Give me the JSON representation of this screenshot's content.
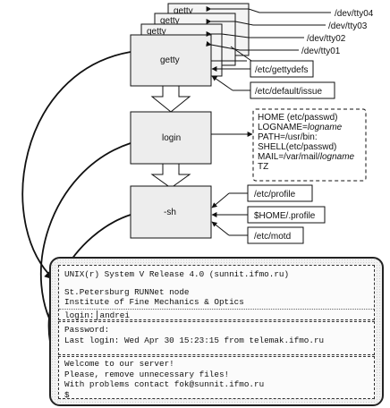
{
  "processes": {
    "getty_stack": [
      "getty",
      "getty",
      "getty"
    ],
    "getty": "getty",
    "login": "login",
    "sh": "-sh"
  },
  "ttys": [
    "/dev/tty04",
    "/dev/tty03",
    "/dev/tty02",
    "/dev/tty01"
  ],
  "files": {
    "getty": [
      "/etc/gettydefs",
      "/etc/default/issue"
    ],
    "sh": [
      "/etc/profile",
      "$HOME/.profile",
      "/etc/motd"
    ]
  },
  "env": {
    "home": "HOME (etc/passwd)",
    "logname_prefix": "LOGNAME=",
    "logname_var": "logname",
    "path": "PATH=/usr/bin:",
    "shell": "SHELL(etc/passwd)",
    "mail_prefix": "MAIL=/var/mail/",
    "mail_var": "logname",
    "tz": "TZ"
  },
  "terminal": {
    "banner": "UNIX(r) System V Release 4.0 (sunnit.ifmo.ru)",
    "node": "St.Petersburg RUNNet node",
    "institute": "Institute of Fine Mechanics & Optics",
    "login_prompt": "login:",
    "login_value": "andrei",
    "password_prompt": "Password:",
    "last_login": "Last login: Wed Apr 30 15:23:15 from telemak.ifmo.ru",
    "motd1": "Welcome to our server!",
    "motd2": "Please, remove unnecessary files!",
    "motd3": "With problems contact fok@sunnit.ifmo.ru",
    "prompt": "$"
  }
}
